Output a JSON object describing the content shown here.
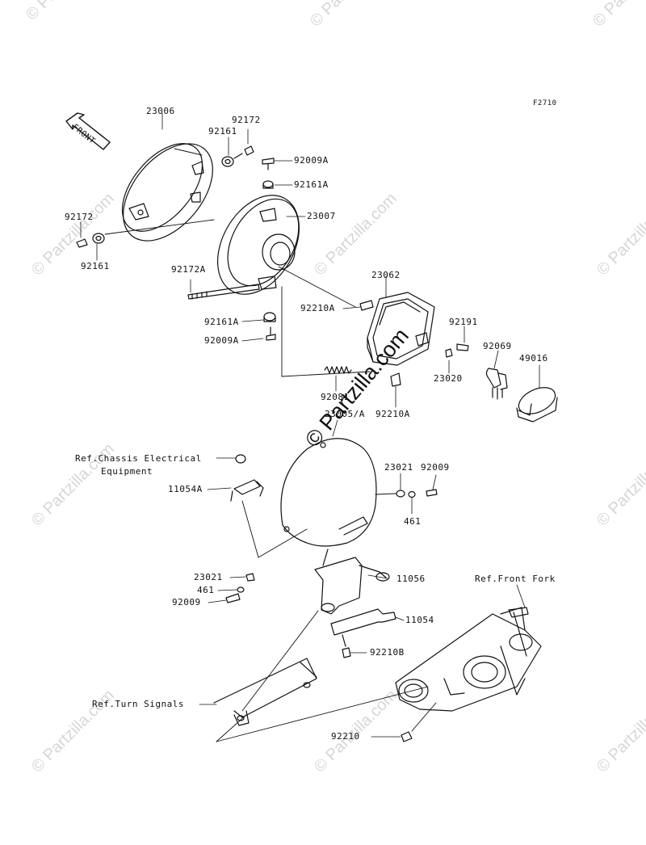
{
  "figure_code": "F2710",
  "front_label": "FRONT",
  "watermark_text": "© Partzilla.com",
  "center_watermark": "© Partzilla.com",
  "part_numbers": {
    "p23006": "23006",
    "p92172_top": "92172",
    "p92161_top": "92161",
    "p92009A_top": "92009A",
    "p92161A_top": "92161A",
    "p23007": "23007",
    "p92172_left": "92172",
    "p92161_left": "92161",
    "p92172A": "92172A",
    "p23062": "23062",
    "p92210A_top": "92210A",
    "p92161A_bottom": "92161A",
    "p92009A_bottom": "92009A",
    "p92191": "92191",
    "p92069": "92069",
    "p49016": "49016",
    "p23020": "23020",
    "p92081": "92081",
    "p92210A_bottom": "92210A",
    "p23005A": "23005/A",
    "p23021_right": "23021",
    "p92009_right": "92009",
    "p461_right": "461",
    "p11054A": "11054A",
    "p23021_left": "23021",
    "p461_left": "461",
    "p92009_left": "92009",
    "p11056": "11056",
    "p11054": "11054",
    "p92210B": "92210B",
    "p92210": "92210"
  },
  "references": {
    "chassis_line1": "Ref.Chassis Electrical",
    "chassis_line2": "Equipment",
    "front_fork": "Ref.Front Fork",
    "turn_signals": "Ref.Turn Signals"
  }
}
